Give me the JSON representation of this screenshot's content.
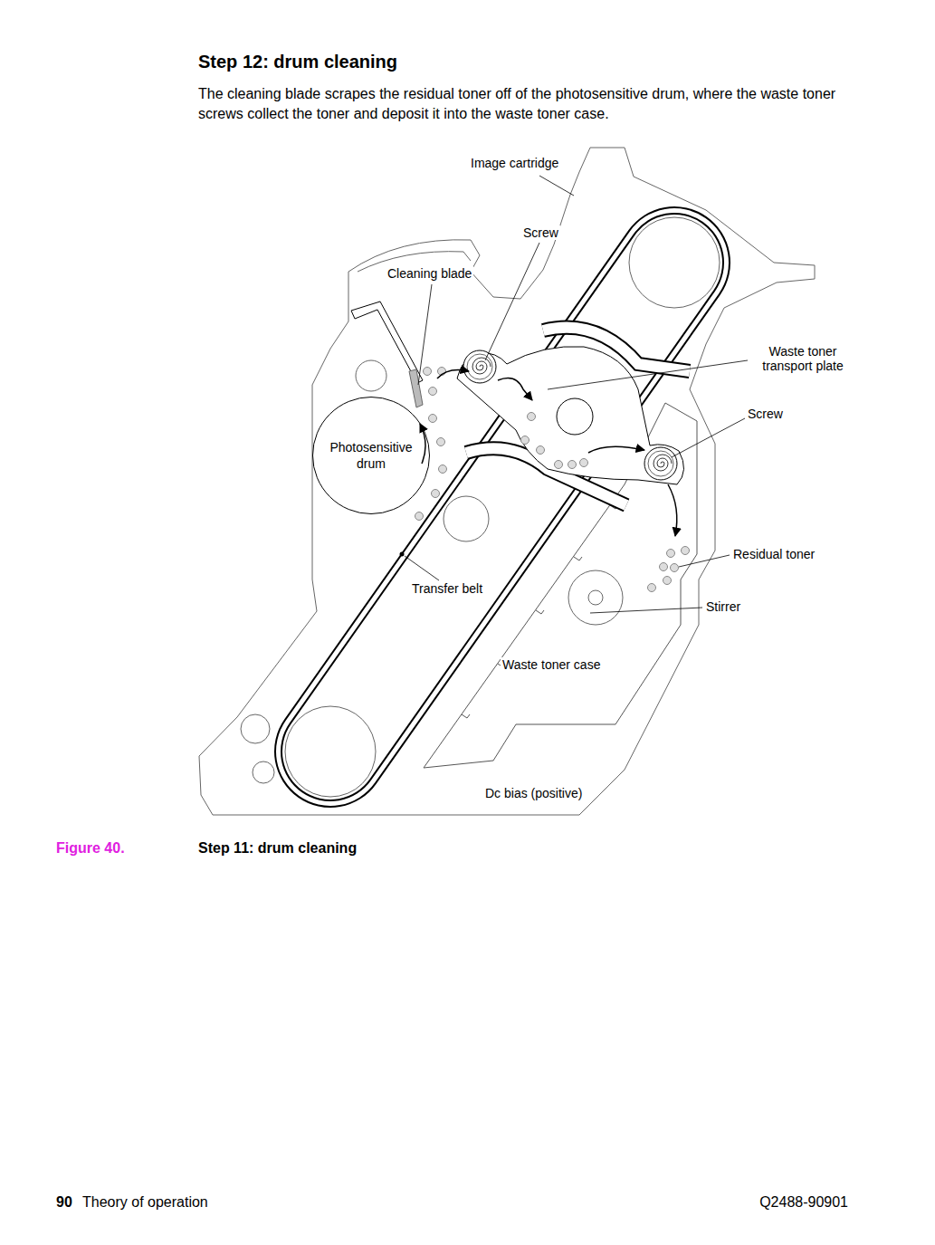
{
  "diagram": {
    "title": "Step 12: drum cleaning",
    "caption": "Step 11: drum cleaning",
    "nodes": [
      {
        "text": [
          "Photosensitive drum"
        ]
      }
    ],
    "labels": [
      "The cleaning blade scrapes the residual toner off of the photosensitive drum, where the waste toner screws collect the toner and deposit it into the waste toner case.",
      "Image cartridge",
      "Screw",
      "Cleaning blade",
      "Waste toner transport plate",
      "Screw",
      "Residual toner",
      "Stirrer",
      "Transfer belt",
      "Waste toner case",
      "Dc bias (positive)",
      "Figure 40.",
      "90",
      "Theory of operation",
      "Q2488-90901"
    ]
  }
}
